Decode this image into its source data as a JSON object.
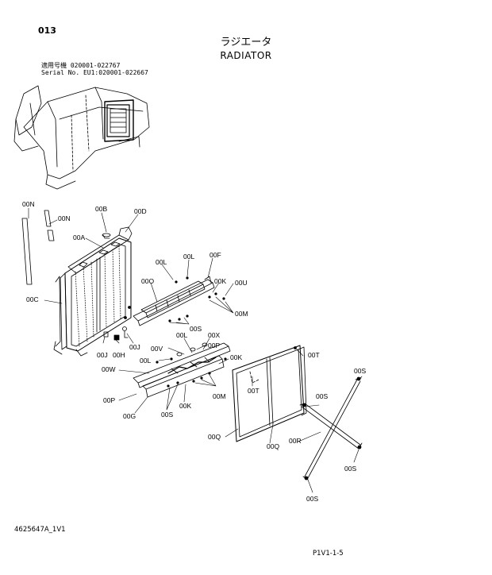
{
  "header": {
    "page_number": "013",
    "title_jp": "ラジエータ",
    "title_en": "RADIATOR",
    "serial_line1": "適用号機   020001-022767",
    "serial_line2": "Serial No. EU1:020001-022667"
  },
  "footer": {
    "left": "4625647A_1V1",
    "right": "P1V1-1-5"
  },
  "labels": {
    "l00N_a": "00N",
    "l00N_b": "00N",
    "l00B": "00B",
    "l00D": "00D",
    "l00A": "00A",
    "l00L_1": "00L",
    "l00F": "00F",
    "l00O": "00O",
    "l00K_1": "00K",
    "l00U": "00U",
    "l00C": "00C",
    "l00M_1": "00M",
    "l00S_1": "00S",
    "l00J_a": "00J",
    "l00J_b": "00J",
    "l00H": "00H",
    "l00L_2": "00L",
    "l00X": "00X",
    "l00V": "00V",
    "l00P_1": "00P",
    "l00L_3": "00L",
    "l00K_2": "00K",
    "l00T_1": "00T",
    "l00W": "00W",
    "l00T_2": "00T",
    "l00S_2": "00S",
    "l00M_2": "00M",
    "l00P_2": "00P",
    "l00K_3": "00K",
    "l00G": "00G",
    "l00S_3": "00S",
    "l00S_4": "00S",
    "l00Q_1": "00Q",
    "l00Q_2": "00Q",
    "l00R": "00R",
    "l00S_5": "00S",
    "l00S_6": "00S"
  }
}
